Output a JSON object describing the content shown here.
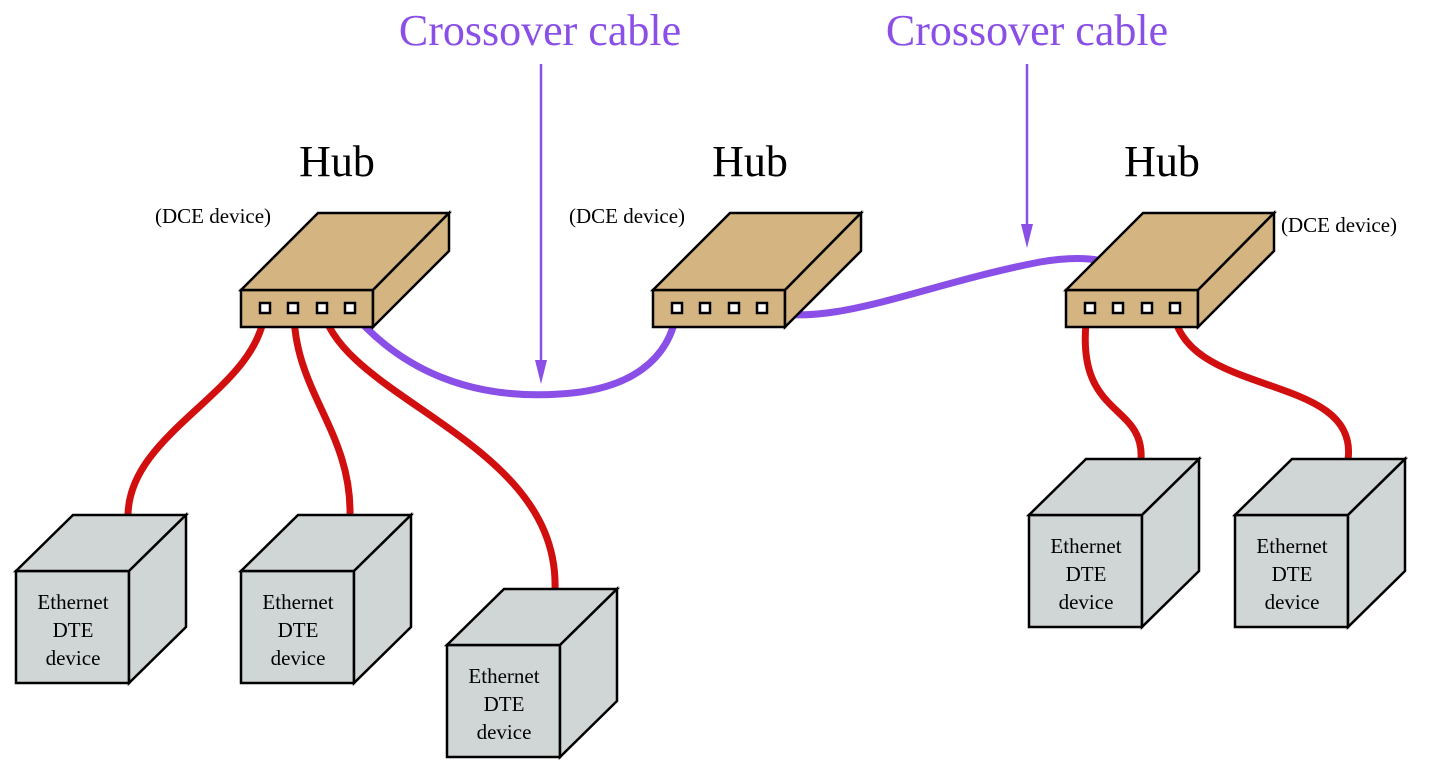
{
  "hub_label": "Hub",
  "dce_label": "(DCE device)",
  "crossover_label": "Crossover cable",
  "device_label_lines": [
    "Ethernet",
    "DTE",
    "device"
  ],
  "colors": {
    "hub_fill": "#d4b582",
    "device_fill": "#d0d6d6",
    "straight_cable": "#d10f0f",
    "crossover_cable": "#8a4fe6",
    "outline": "#000000"
  }
}
